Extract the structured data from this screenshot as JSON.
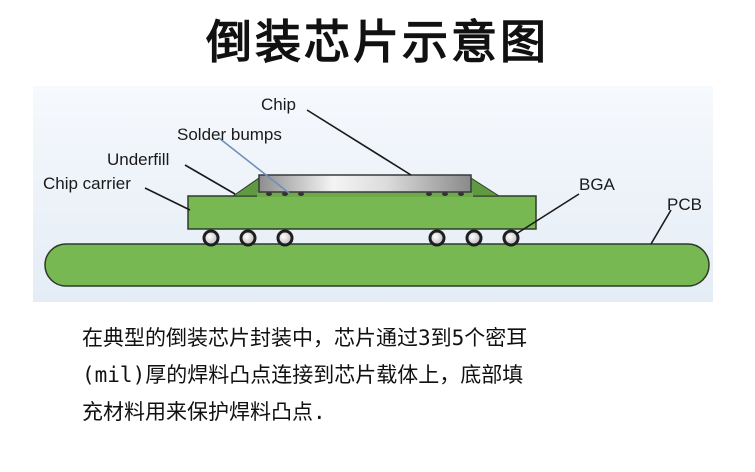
{
  "title": "倒装芯片示意图",
  "diagram": {
    "labels": {
      "chip": "Chip",
      "solder_bumps": "Solder bumps",
      "underfill": "Underfill",
      "chip_carrier": "Chip carrier",
      "bga": "BGA",
      "pcb": "PCB"
    },
    "colors": {
      "background": "#eef3f9",
      "green": "#77b852",
      "green_stroke": "#2f3a2a",
      "chip": "#c8c8c8"
    }
  },
  "description": {
    "lines": [
      "在典型的倒装芯片封装中，芯片通过3到5个密耳",
      "(mil)厚的焊料凸点连接到芯片载体上，底部填",
      "充材料用来保护焊料凸点."
    ]
  }
}
